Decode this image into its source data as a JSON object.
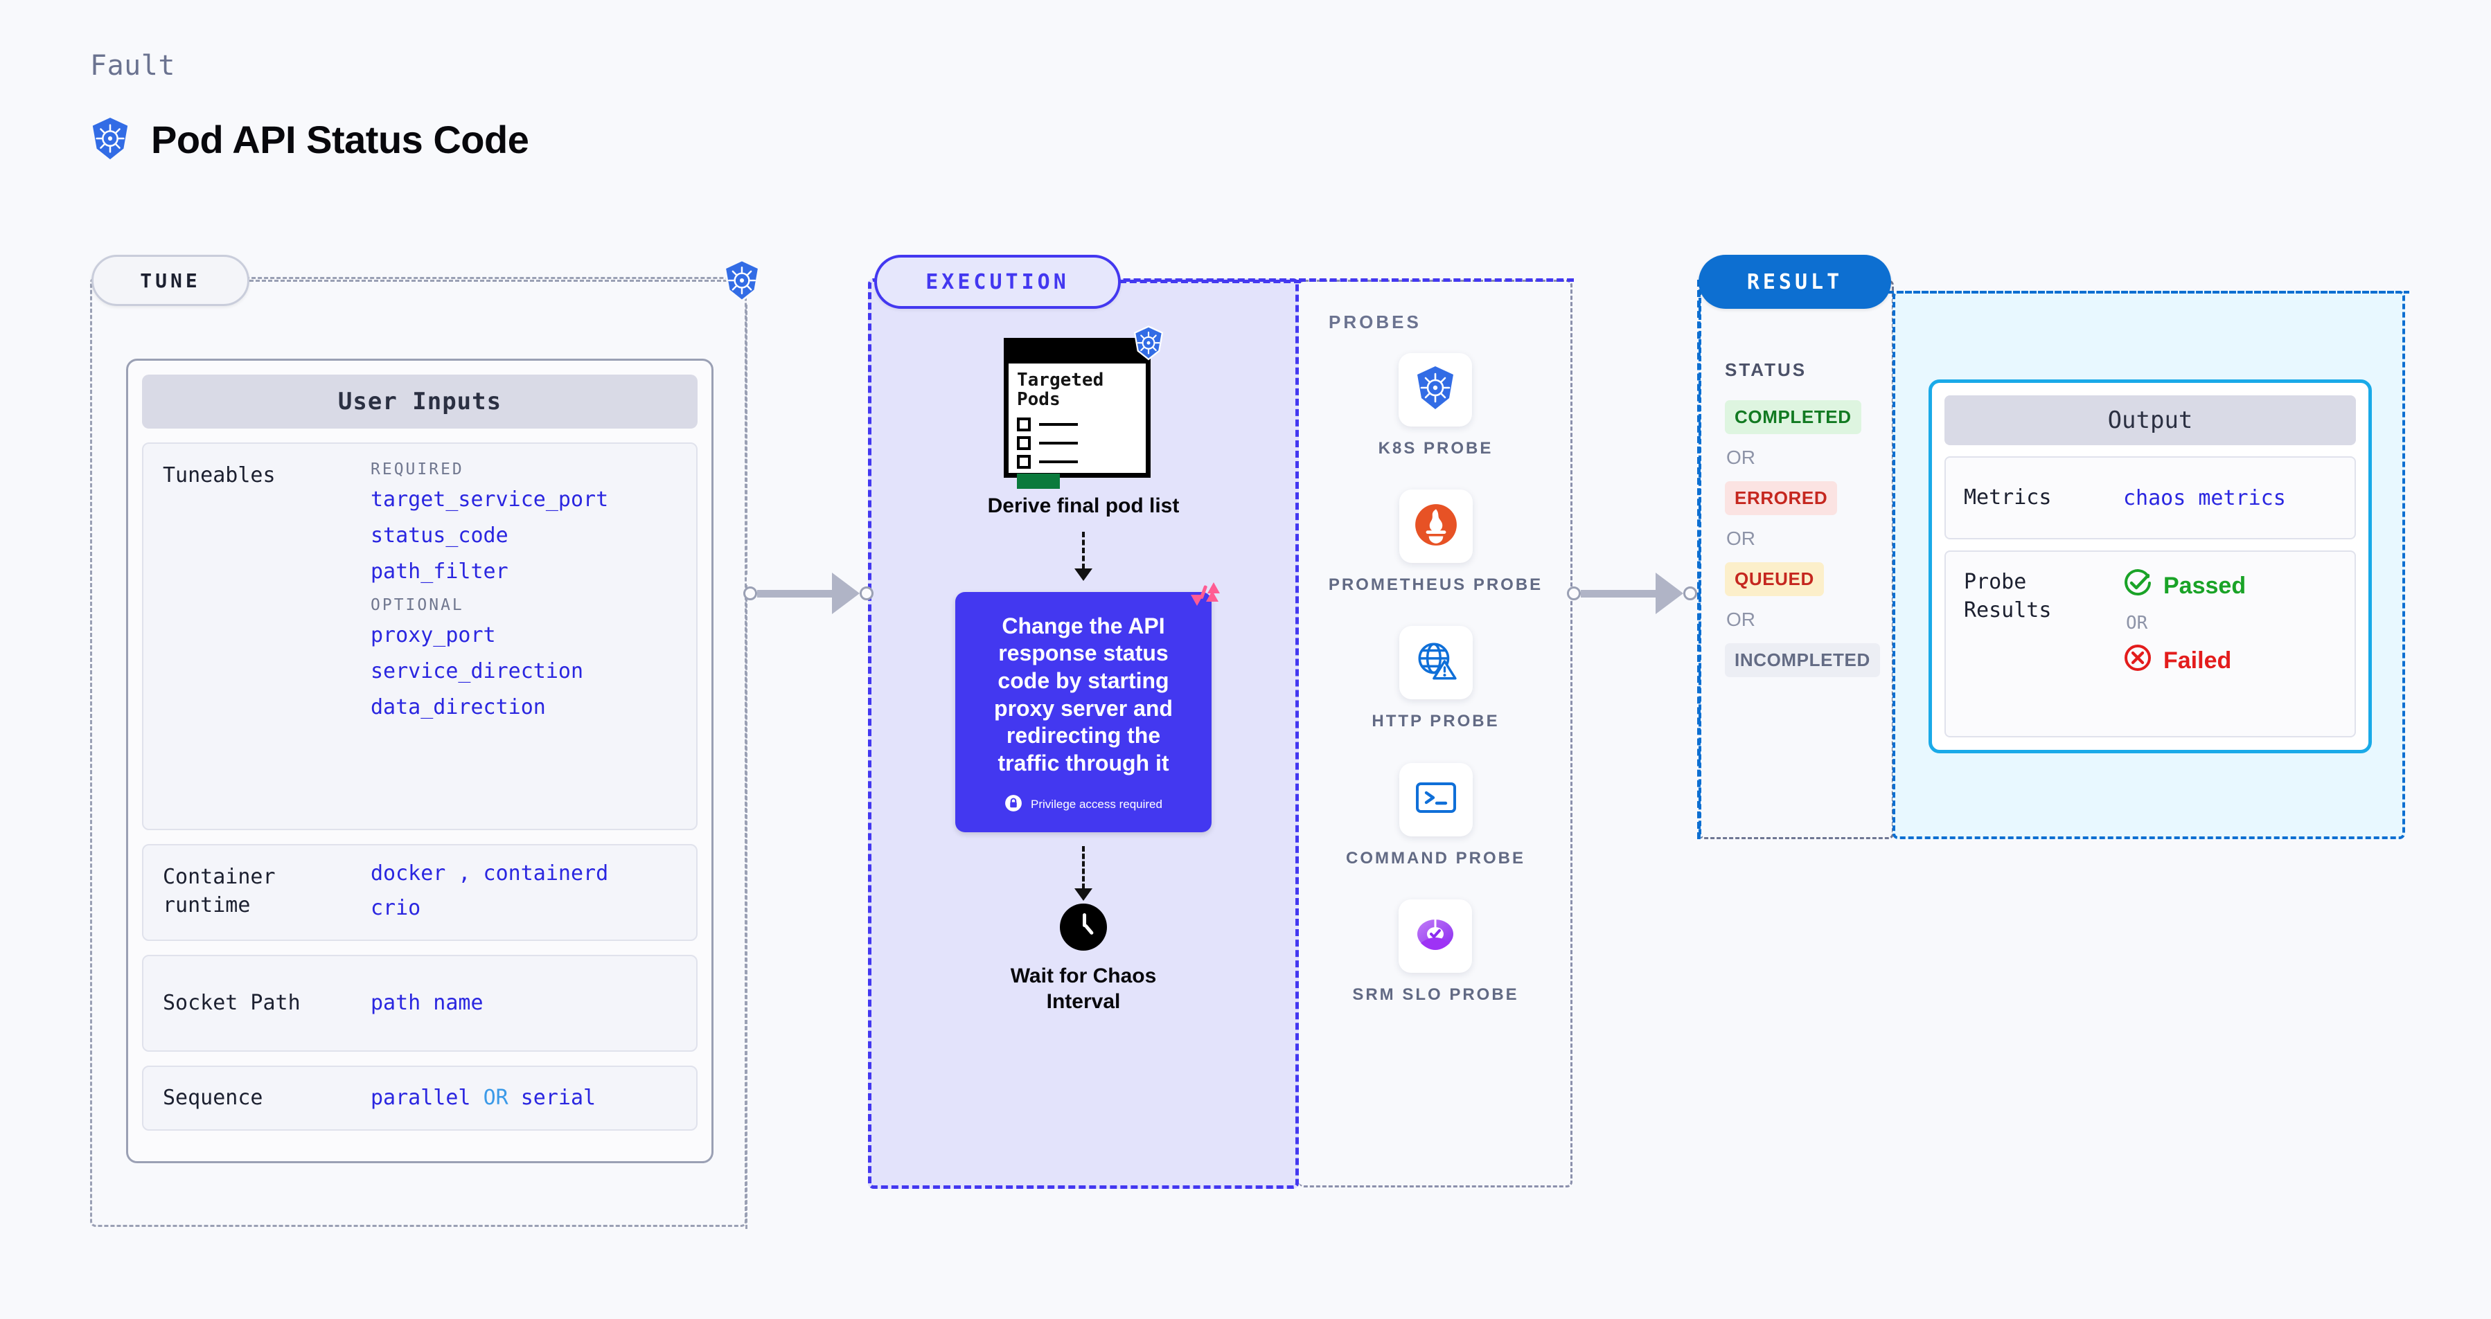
{
  "header": {
    "eyebrow": "Fault",
    "title": "Pod API Status Code",
    "icon": "kubernetes-icon"
  },
  "colors": {
    "tune_accent": "#9aa0b4",
    "execution_accent": "#4338f0",
    "result_accent": "#0d6fd1",
    "output_accent": "#1aaae8",
    "mono_value": "#2a26e0",
    "passed": "#1aa327",
    "failed": "#e31c1c"
  },
  "tune": {
    "pill_label": "TUNE",
    "card_title": "User Inputs",
    "tuneables": {
      "label": "Tuneables",
      "required_label": "REQUIRED",
      "required": [
        "target_service_port",
        "status_code",
        "path_filter"
      ],
      "optional_label": "OPTIONAL",
      "optional": [
        "proxy_port",
        "service_direction",
        "data_direction"
      ]
    },
    "container_runtime": {
      "label": "Container runtime",
      "values_line1": "docker , containerd",
      "values_line2": "crio"
    },
    "socket_path": {
      "label": "Socket Path",
      "value": "path name"
    },
    "sequence": {
      "label": "Sequence",
      "value_a": "parallel",
      "separator": "OR",
      "value_b": "serial"
    }
  },
  "execution": {
    "pill_label": "EXECUTION",
    "pods_icon": {
      "title_line1": "Targeted",
      "title_line2": "Pods",
      "badge_icon": "kubernetes-icon"
    },
    "step_caption": "Derive final pod list",
    "action": {
      "text": "Change the API response status code by starting proxy server and redirecting the traffic through it",
      "privilege_note": "Privilege access required",
      "privilege_icon": "lock-icon",
      "corner_icon": "chaos-logo-icon"
    },
    "wait": {
      "icon": "clock-icon",
      "caption_line1": "Wait for Chaos",
      "caption_line2": "Interval"
    }
  },
  "probes": {
    "title": "PROBES",
    "items": [
      {
        "name": "K8S PROBE",
        "icon": "kubernetes-icon"
      },
      {
        "name": "PROMETHEUS PROBE",
        "icon": "prometheus-icon"
      },
      {
        "name": "HTTP PROBE",
        "icon": "globe-warning-icon"
      },
      {
        "name": "COMMAND PROBE",
        "icon": "terminal-icon"
      },
      {
        "name": "SRM SLO PROBE",
        "icon": "slo-donut-check-icon"
      }
    ]
  },
  "result": {
    "pill_label": "RESULT",
    "status_title": "STATUS",
    "or_label": "OR",
    "statuses": [
      {
        "label": "COMPLETED",
        "style": "completed"
      },
      {
        "label": "ERRORED",
        "style": "errored"
      },
      {
        "label": "QUEUED",
        "style": "queued"
      },
      {
        "label": "INCOMPLETED",
        "style": "incomplete"
      }
    ]
  },
  "output": {
    "card_title": "Output",
    "metrics": {
      "label": "Metrics",
      "value": "chaos metrics"
    },
    "probe_results": {
      "label": "Probe Results",
      "passed": "Passed",
      "or_label": "OR",
      "failed": "Failed",
      "passed_icon": "check-circle-icon",
      "failed_icon": "x-circle-icon"
    }
  }
}
